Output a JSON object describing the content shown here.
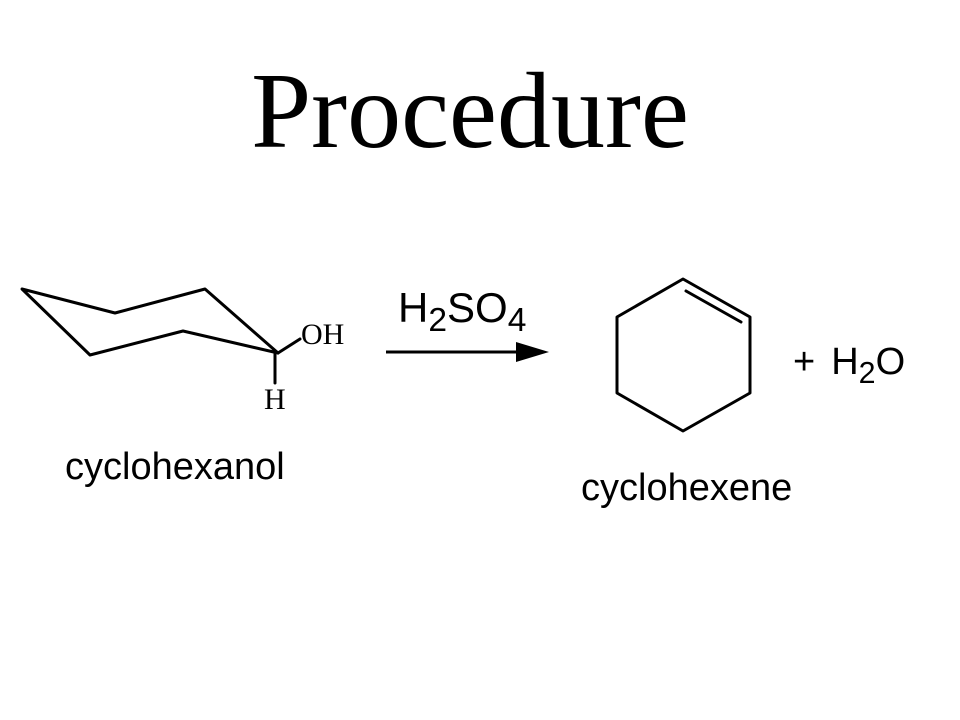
{
  "slide": {
    "title": "Procedure"
  },
  "reaction": {
    "reactant": {
      "name": "cyclohexanol",
      "substituent": "OH",
      "hydrogen": "H"
    },
    "reagent": {
      "h": "H",
      "h_count": "2",
      "so": "SO",
      "o_count": "4"
    },
    "product": {
      "name": "cyclohexene"
    },
    "byproduct": {
      "plus": "+",
      "h": "H",
      "h_count": "2",
      "o": "O"
    }
  }
}
